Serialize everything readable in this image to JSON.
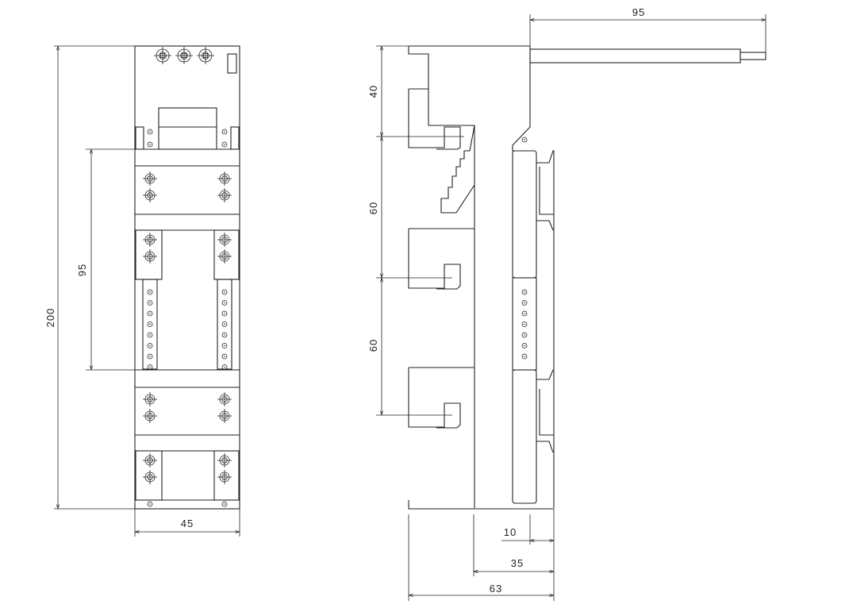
{
  "title": "Module base dimensional drawing (front and side view)",
  "dimensions": {
    "front_height": "200",
    "front_pitch": "95",
    "front_width": "45",
    "side_cable_length": "95",
    "side_top": "40",
    "side_mid1": "60",
    "side_mid2": "60",
    "side_rail": "10",
    "side_depth_mount": "35",
    "side_depth_total": "63"
  }
}
